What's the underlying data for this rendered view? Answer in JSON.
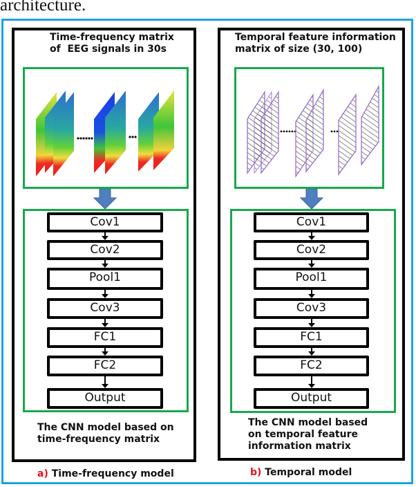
{
  "caption_fragment": "architecture.",
  "panels": [
    {
      "id": "a",
      "title_line1": "Time-frequency matrix",
      "title_line2": "of  EEG signals in 30s",
      "input_kind": "spectrogram-stack",
      "layers": [
        "Cov1",
        "Cov2",
        "Pool1",
        "Cov3",
        "FC1",
        "FC2",
        "Output"
      ],
      "description_line1": "The CNN model based on",
      "description_line2": "time-frequency matrix",
      "description_line3": "",
      "sublabel_letter": "a)",
      "sublabel_text": "Time-frequency model"
    },
    {
      "id": "b",
      "title_line1": "Temporal feature information",
      "title_line2": "matrix of size (30, 100)",
      "input_kind": "feature-matrix-stack",
      "layers": [
        "Cov1",
        "Cov2",
        "Pool1",
        "Cov3",
        "FC1",
        "FC2",
        "Output"
      ],
      "description_line1": "The CNN model based",
      "description_line2": "on temporal feature",
      "description_line3": "information matrix",
      "sublabel_letter": "b)",
      "sublabel_text": "Temporal model"
    }
  ],
  "colors": {
    "frame": "#1aa5e0",
    "group_border": "#17a84b",
    "arrow": "#4f7fbf",
    "sublabel_letter": "#e3141b",
    "matrix_outline": "#9b6fcf"
  }
}
